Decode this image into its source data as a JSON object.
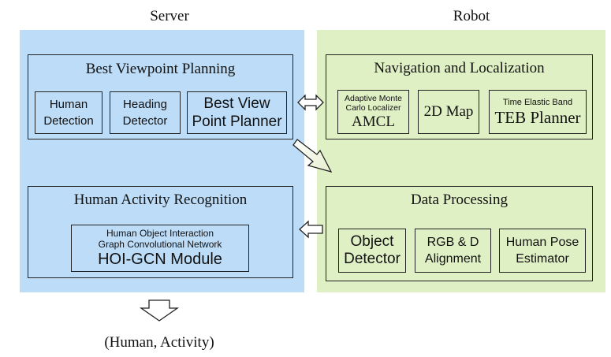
{
  "headers": {
    "server": "Server",
    "robot": "Robot"
  },
  "server": {
    "planning": {
      "title": "Best Viewpoint Planning",
      "human_detection": [
        "Human",
        "Detection"
      ],
      "heading_detector": [
        "Heading",
        "Detector"
      ],
      "best_view_planner": [
        "Best View",
        "Point Planner"
      ]
    },
    "activity": {
      "title": "Human Activity Recognition",
      "hoi_caption": [
        "Human Object Interaction",
        "Graph Convolutional Network"
      ],
      "hoi_module": "HOI-GCN Module"
    }
  },
  "robot": {
    "navigation": {
      "title": "Navigation and Localization",
      "amcl_caption": [
        "Adaptive Monte",
        "Carlo Localizer"
      ],
      "amcl": "AMCL",
      "map": "2D Map",
      "teb_caption": "Time Elastic Band",
      "teb": "TEB Planner"
    },
    "data": {
      "title": "Data Processing",
      "object_detector": [
        "Object",
        "Detector"
      ],
      "rgbd": [
        "RGB & D",
        "Alignment"
      ],
      "pose": [
        "Human Pose",
        "Estimator"
      ]
    }
  },
  "output": "(Human, Activity)"
}
